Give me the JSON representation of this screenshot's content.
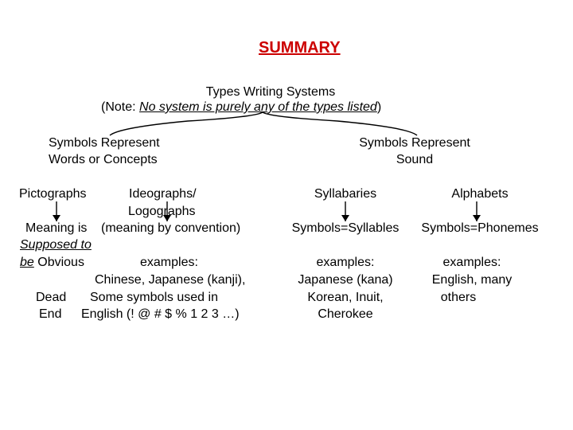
{
  "colors": {
    "title": "#cc0000",
    "text": "#000000",
    "background": "#ffffff"
  },
  "title": "SUMMARY",
  "root": {
    "line1": "Types Writing Systems",
    "note_open": "(Note: ",
    "note_body": "No system is purely any of the types listed",
    "note_close": ")"
  },
  "branches": {
    "words": {
      "line1": "Symbols Represent",
      "line2": "Words or Concepts"
    },
    "sound": {
      "line1": "Symbols Represent",
      "line2": "Sound"
    }
  },
  "pictographs": {
    "label": "Pictographs",
    "meaning": "Meaning is",
    "supposed": "Supposed to",
    "be": "be",
    "obvious": " Obvious",
    "dead": "Dead",
    "end": "End"
  },
  "ideographs": {
    "line1": "Ideographs/",
    "line2": "Logographs",
    "meaning": "(meaning by convention)",
    "examples": "examples:",
    "ex1": "Chinese, Japanese (kanji),",
    "ex2": "Some symbols used in",
    "ex3": "English (! @ # $ % 1 2 3 …)"
  },
  "syllabaries": {
    "label": "Syllabaries",
    "rule": "Symbols=Syllables",
    "examples": "examples:",
    "ex1": "Japanese (kana)",
    "ex2": "Korean, Inuit,",
    "ex3": "Cherokee"
  },
  "alphabets": {
    "label": "Alphabets",
    "rule": "Symbols=Phonemes",
    "examples": "examples:",
    "ex1": "English, many",
    "ex2": "others"
  }
}
